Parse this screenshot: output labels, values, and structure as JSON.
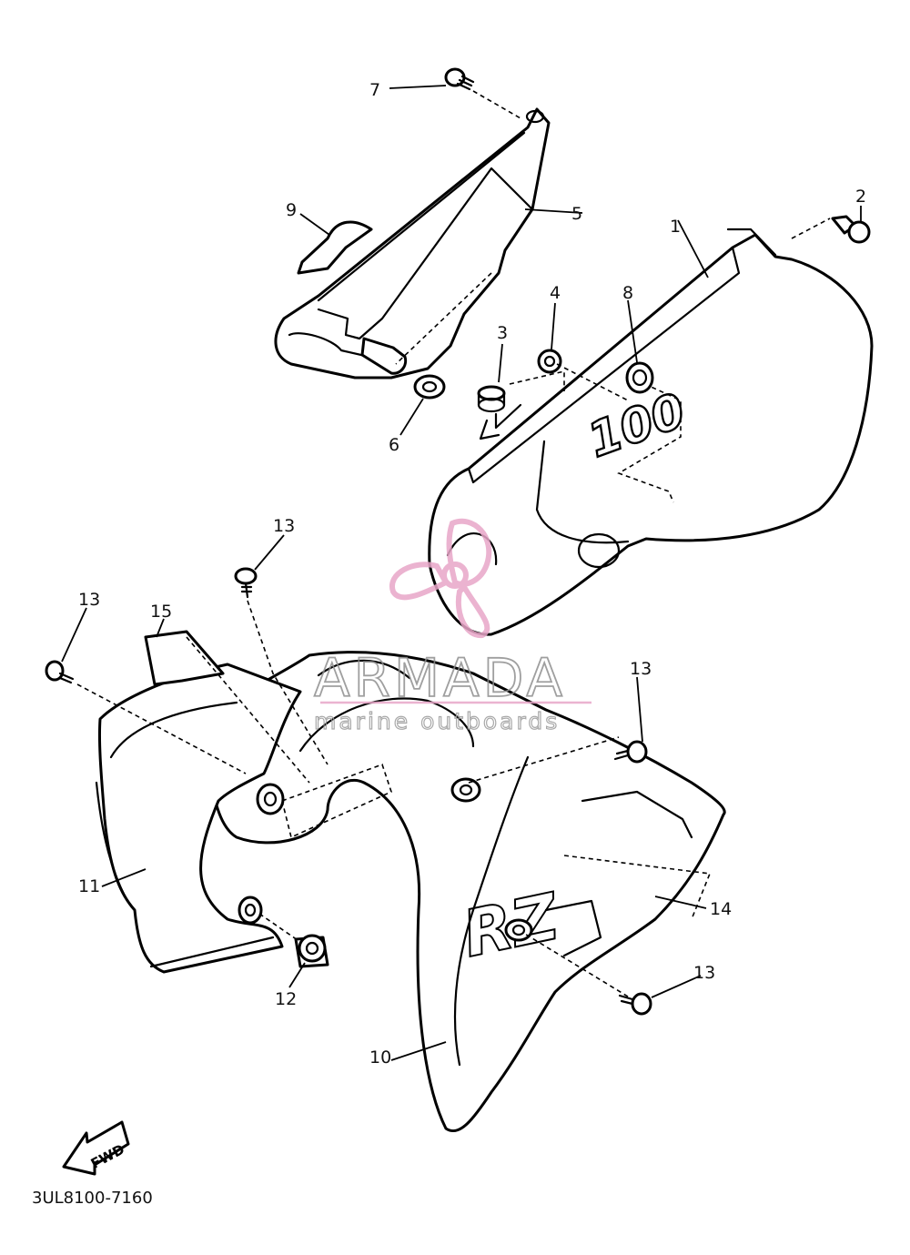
{
  "diagram": {
    "callouts": [
      {
        "id": "c1",
        "label": "1"
      },
      {
        "id": "c2",
        "label": "2"
      },
      {
        "id": "c3",
        "label": "3"
      },
      {
        "id": "c4",
        "label": "4"
      },
      {
        "id": "c5",
        "label": "5"
      },
      {
        "id": "c6",
        "label": "6"
      },
      {
        "id": "c7",
        "label": "7"
      },
      {
        "id": "c8",
        "label": "8"
      },
      {
        "id": "c9",
        "label": "9"
      },
      {
        "id": "c10",
        "label": "10"
      },
      {
        "id": "c11",
        "label": "11"
      },
      {
        "id": "c12",
        "label": "12"
      },
      {
        "id": "c13a",
        "label": "13"
      },
      {
        "id": "c13b",
        "label": "13"
      },
      {
        "id": "c13c",
        "label": "13"
      },
      {
        "id": "c13d",
        "label": "13"
      },
      {
        "id": "c14",
        "label": "14"
      },
      {
        "id": "c15",
        "label": "15"
      }
    ],
    "drawing_code": "3UL8100-7160",
    "fwd_label": "FWD",
    "panel_decal": "100",
    "tank_decal": "RZ"
  },
  "watermark": {
    "brand": "ARMADA",
    "tagline": "marine outboards",
    "logo_color": "#e8a6c8"
  }
}
